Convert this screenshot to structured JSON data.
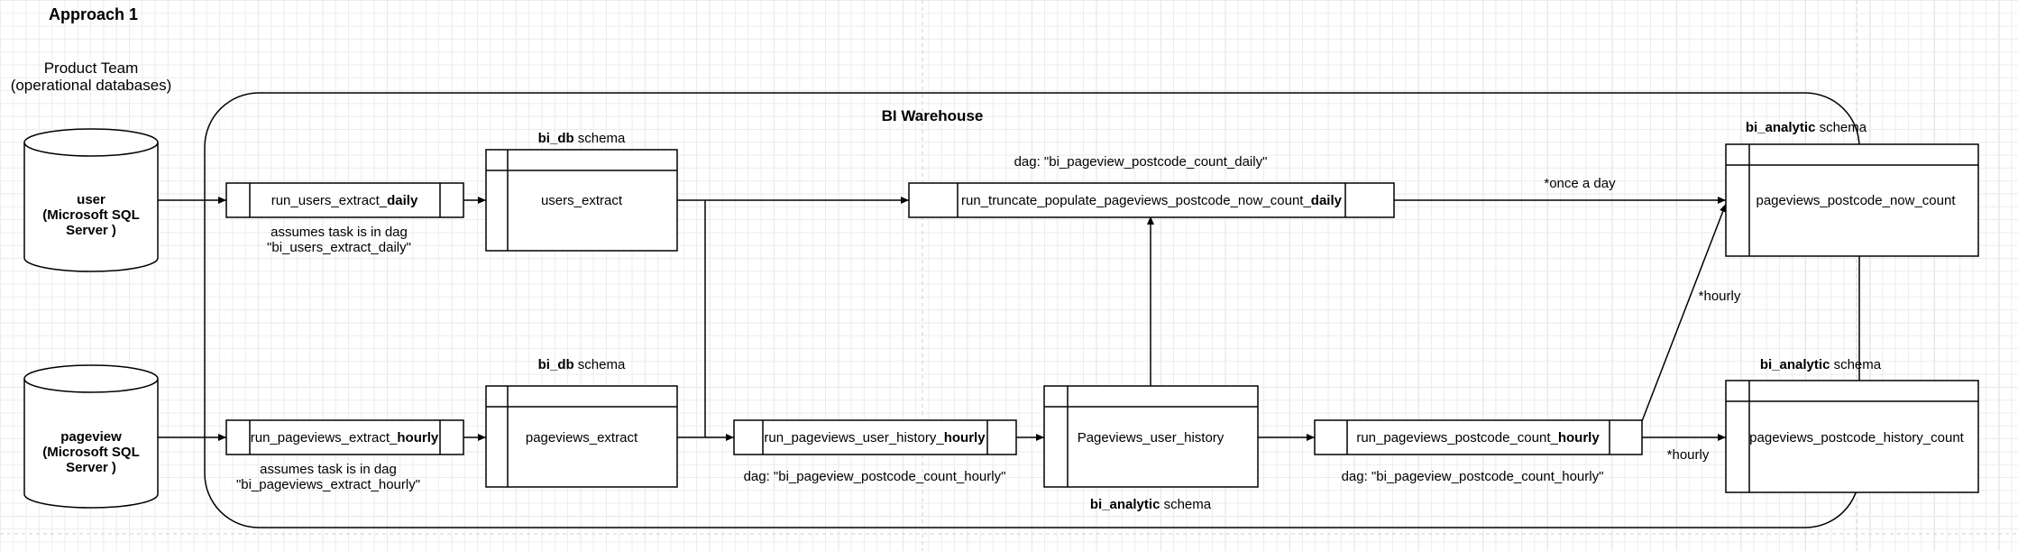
{
  "title": "Approach 1",
  "product_team": {
    "line1": "Product Team",
    "line2": "(operational databases)"
  },
  "warehouse": {
    "title": "BI Warehouse"
  },
  "databases": [
    {
      "line1": "user",
      "line2": "(Microsoft SQL",
      "line3": "Server )"
    },
    {
      "line1": "pageview",
      "line2": "(Microsoft SQL",
      "line3": "Server )"
    }
  ],
  "tasks": {
    "users_extract": {
      "prefix": "run_users_extract_",
      "suffix": "daily"
    },
    "pageviews_extract": {
      "prefix": "run_pageviews_extract_",
      "suffix": "hourly"
    },
    "truncate_populate": {
      "prefix": "run_truncate_populate_pageviews_postcode_now_count_",
      "suffix": "daily"
    },
    "user_history": {
      "prefix": "run_pageviews_user_history_",
      "suffix": "hourly"
    },
    "postcode_count": {
      "prefix": "run_pageviews_postcode_count_",
      "suffix": "hourly"
    }
  },
  "tables": {
    "users_extract": "users_extract",
    "pageviews_extract": "pageviews_extract",
    "user_history": "Pageviews_user_history",
    "now_count": "pageviews_postcode_now_count",
    "history_count": "pageviews_postcode_history_count"
  },
  "schemas": {
    "bi_db_top": {
      "bold": "bi_db",
      "rest": " schema"
    },
    "bi_db_bottom": {
      "bold": "bi_db",
      "rest": " schema"
    },
    "bi_analytic_mid": {
      "bold": "bi_analytic",
      "rest": " schema"
    },
    "bi_analytic_top_right": {
      "bold": "bi_analytic",
      "rest": " schema"
    },
    "bi_analytic_bottom_right": {
      "bold": "bi_analytic",
      "rest": " schema"
    }
  },
  "notes": {
    "users_dag_1": "assumes task is in dag",
    "users_dag_2": "\"bi_users_extract_daily\"",
    "pageviews_dag_1": "assumes task is in dag",
    "pageviews_dag_2": "\"bi_pageviews_extract_hourly\"",
    "dag_daily": "dag: \"bi_pageview_postcode_count_daily\"",
    "dag_hourly_left": "dag: \"bi_pageview_postcode_count_hourly\"",
    "dag_hourly_right": "dag: \"bi_pageview_postcode_count_hourly\"",
    "once_a_day": "*once a day",
    "hourly_diag": "*hourly",
    "hourly_bottom": "*hourly"
  }
}
